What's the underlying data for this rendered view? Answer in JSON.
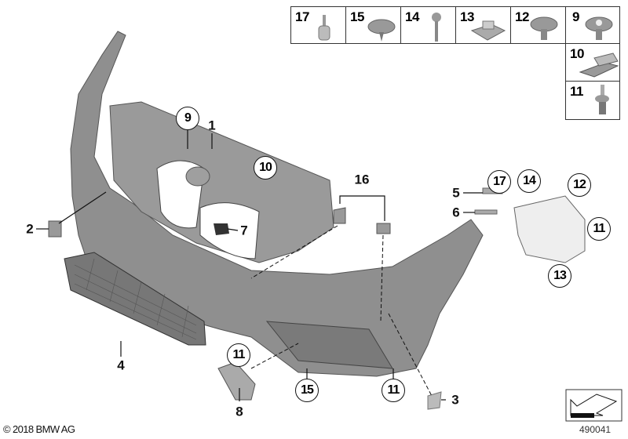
{
  "legend_table": [
    {
      "number": "17",
      "part": "expanding-rivet"
    },
    {
      "number": "15",
      "part": "screw-with-washer"
    },
    {
      "number": "14",
      "part": "self-tapping-screw"
    },
    {
      "number": "13",
      "part": "clip-nut"
    },
    {
      "number": "12",
      "part": "hex-screw-with-washer"
    },
    {
      "number": "9",
      "part": "torx-screw-with-washer"
    },
    {
      "number": "10",
      "part": "spring-nut"
    },
    {
      "number": "11",
      "part": "screw-with-grommet"
    }
  ],
  "callouts": {
    "c9": "9",
    "c1": "1",
    "c10": "10",
    "c16": "16",
    "c5": "5",
    "c17": "17",
    "c14": "14",
    "c6": "6",
    "c12": "12",
    "c11a": "11",
    "c13": "13",
    "c2": "2",
    "c7": "7",
    "c4": "4",
    "c11b": "11",
    "c8": "8",
    "c15": "15",
    "c11c": "11",
    "c3": "3"
  },
  "copyright": "© 2018 BMW AG",
  "diagram_number": "490041",
  "colors": {
    "part_fill": "#8f8f8f",
    "part_dark": "#5c5c5c",
    "line": "#111111"
  }
}
